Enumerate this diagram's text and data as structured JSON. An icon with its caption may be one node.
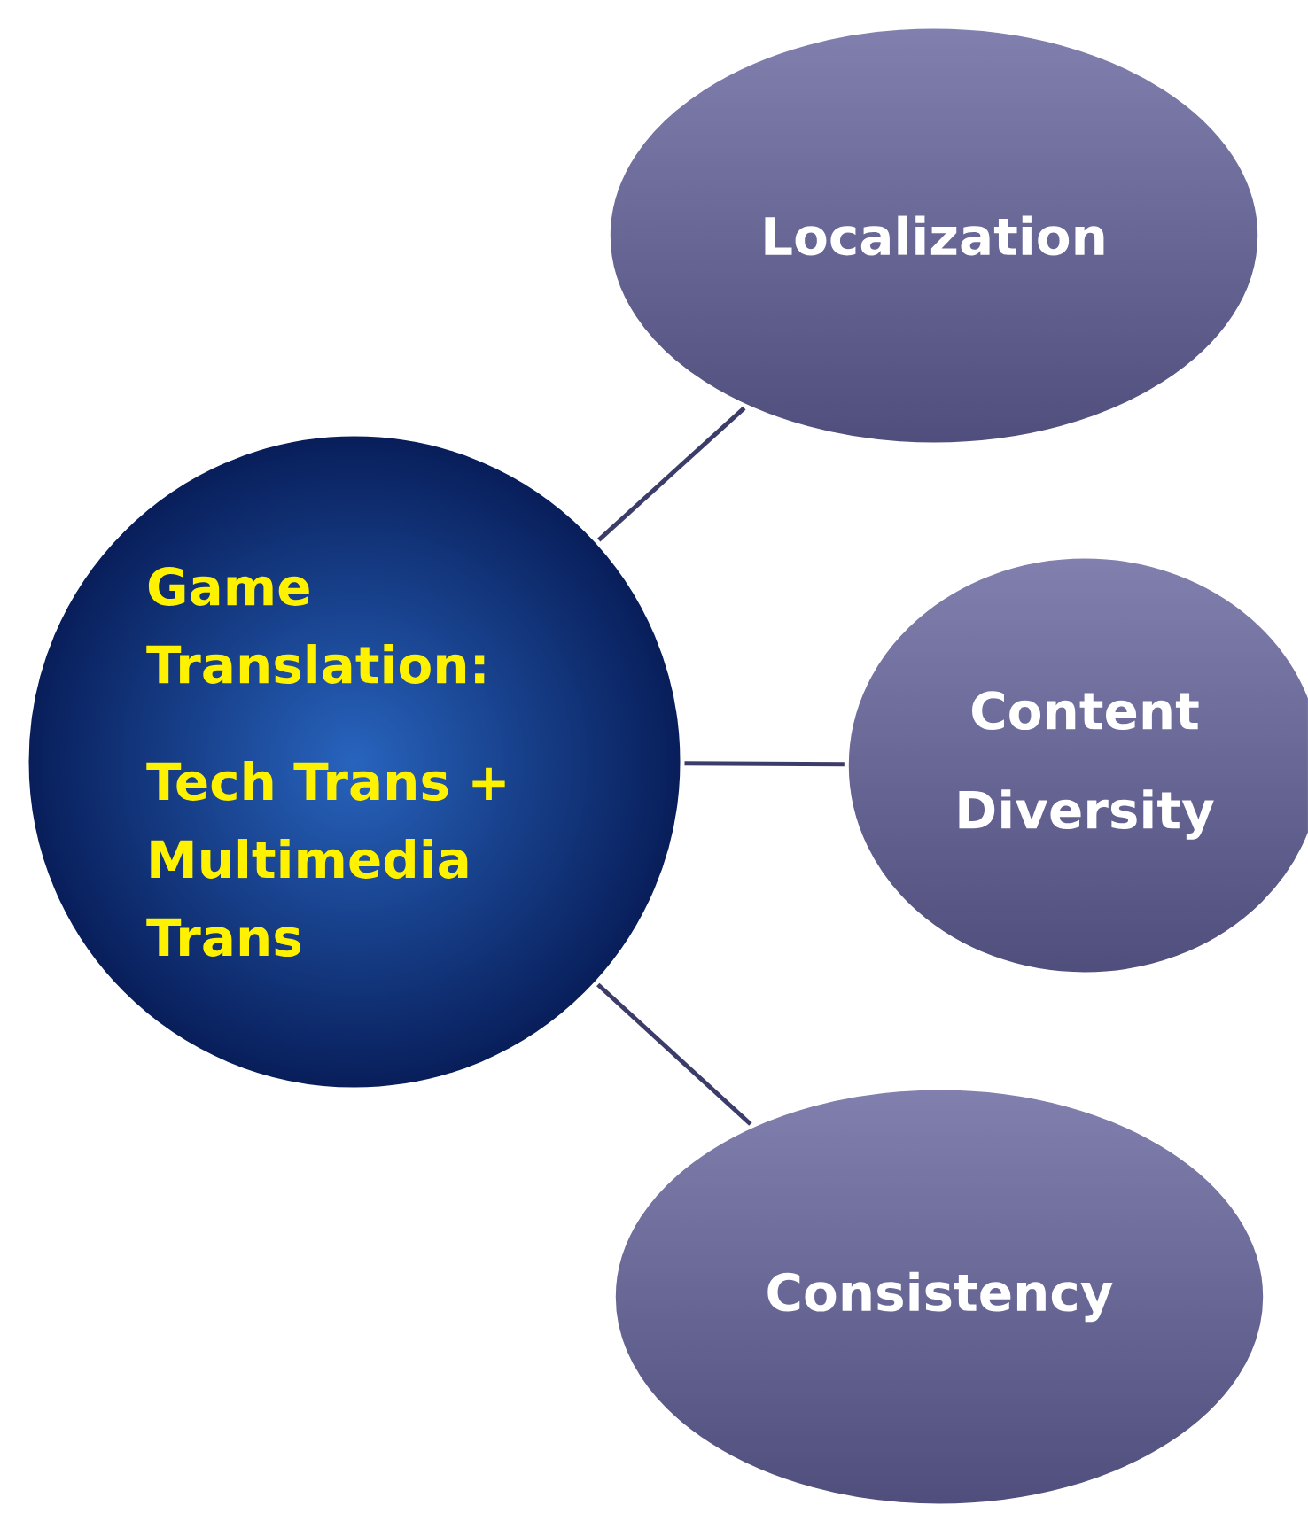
{
  "diagram": {
    "nodes": [
      {
        "text": [
          "Game Translation:",
          "Tech Trans + Multimedia Trans"
        ]
      },
      {
        "text": [
          "Localization"
        ]
      },
      {
        "text": [
          "Content Diversity"
        ]
      },
      {
        "text": [
          "Consistency"
        ]
      }
    ],
    "edges": [
      {
        "from": 0,
        "to": 1,
        "arrow": "none"
      },
      {
        "from": 0,
        "to": 2,
        "arrow": "none"
      },
      {
        "from": 0,
        "to": 3,
        "arrow": "none"
      }
    ]
  }
}
